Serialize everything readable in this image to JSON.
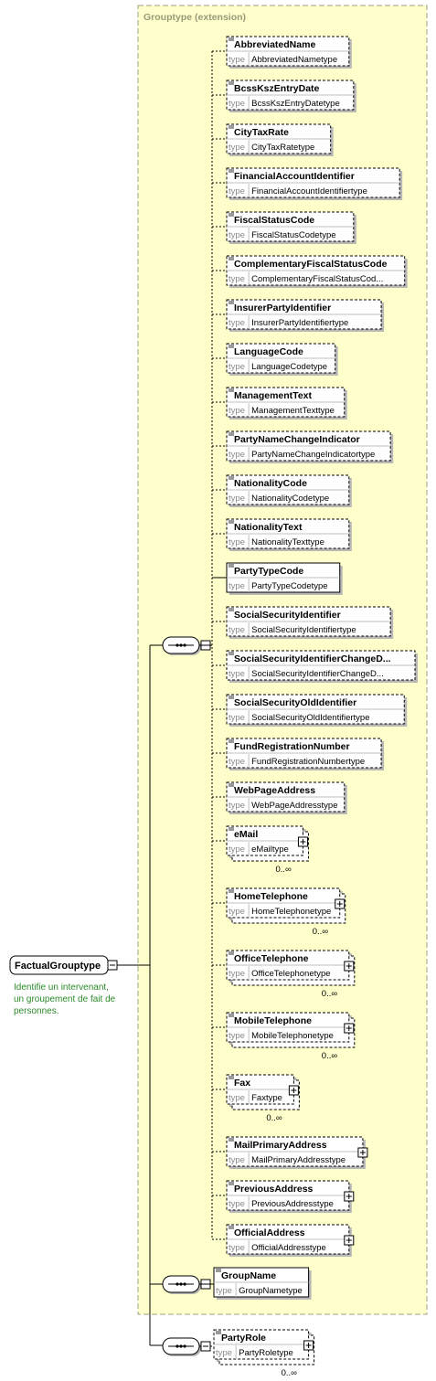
{
  "root": {
    "name": "FactualGrouptype",
    "documentation": [
      "Identifie un intervenant,",
      "un groupement de fait de",
      "personnes."
    ]
  },
  "group": {
    "title": "Grouptype",
    "subtitle": "(extension)"
  },
  "type_label": "type",
  "elements": [
    {
      "name": "AbbreviatedName",
      "type": "AbbreviatedNametype",
      "occurs": "",
      "optional": true,
      "expandable": false
    },
    {
      "name": "BcssKszEntryDate",
      "type": "BcssKszEntryDatetype",
      "occurs": "",
      "optional": true,
      "expandable": false
    },
    {
      "name": "CityTaxRate",
      "type": "CityTaxRatetype",
      "occurs": "",
      "optional": true,
      "expandable": false
    },
    {
      "name": "FinancialAccountIdentifier",
      "type": "FinancialAccountIdentifiertype",
      "occurs": "",
      "optional": true,
      "expandable": false
    },
    {
      "name": "FiscalStatusCode",
      "type": "FiscalStatusCodetype",
      "occurs": "",
      "optional": true,
      "expandable": false
    },
    {
      "name": "ComplementaryFiscalStatusCode",
      "type": "ComplementaryFiscalStatusCod...",
      "occurs": "",
      "optional": true,
      "expandable": false
    },
    {
      "name": "InsurerPartyIdentifier",
      "type": "InsurerPartyIdentifiertype",
      "occurs": "",
      "optional": true,
      "expandable": false
    },
    {
      "name": "LanguageCode",
      "type": "LanguageCodetype",
      "occurs": "",
      "optional": true,
      "expandable": false
    },
    {
      "name": "ManagementText",
      "type": "ManagementTexttype",
      "occurs": "",
      "optional": true,
      "expandable": false
    },
    {
      "name": "PartyNameChangeIndicator",
      "type": "PartyNameChangeIndicatortype",
      "occurs": "",
      "optional": true,
      "expandable": false
    },
    {
      "name": "NationalityCode",
      "type": "NationalityCodetype",
      "occurs": "",
      "optional": true,
      "expandable": false
    },
    {
      "name": "NationalityText",
      "type": "NationalityTexttype",
      "occurs": "",
      "optional": true,
      "expandable": false
    },
    {
      "name": "PartyTypeCode",
      "type": "PartyTypeCodetype",
      "occurs": "",
      "optional": false,
      "expandable": false
    },
    {
      "name": "SocialSecurityIdentifier",
      "type": "SocialSecurityIdentifiertype",
      "occurs": "",
      "optional": true,
      "expandable": false
    },
    {
      "name": "SocialSecurityIdentifierChangeD...",
      "type": "SocialSecurityIdentifierChangeD...",
      "occurs": "",
      "optional": true,
      "expandable": false
    },
    {
      "name": "SocialSecurityOldIdentifier",
      "type": "SocialSecurityOldIdentifiertype",
      "occurs": "",
      "optional": true,
      "expandable": false
    },
    {
      "name": "FundRegistrationNumber",
      "type": "FundRegistrationNumbertype",
      "occurs": "",
      "optional": true,
      "expandable": false
    },
    {
      "name": "WebPageAddress",
      "type": "WebPageAddresstype",
      "occurs": "",
      "optional": true,
      "expandable": false
    },
    {
      "name": "eMail",
      "type": "eMailtype",
      "occurs": "0..∞",
      "optional": true,
      "expandable": true
    },
    {
      "name": "HomeTelephone",
      "type": "HomeTelephonetype",
      "occurs": "0..∞",
      "optional": true,
      "expandable": true
    },
    {
      "name": "OfficeTelephone",
      "type": "OfficeTelephonetype",
      "occurs": "0..∞",
      "optional": true,
      "expandable": true
    },
    {
      "name": "MobileTelephone",
      "type": "MobileTelephonetype",
      "occurs": "0..∞",
      "optional": true,
      "expandable": true
    },
    {
      "name": "Fax",
      "type": "Faxtype",
      "occurs": "0..∞",
      "optional": true,
      "expandable": true
    },
    {
      "name": "MailPrimaryAddress",
      "type": "MailPrimaryAddresstype",
      "occurs": "",
      "optional": true,
      "expandable": true
    },
    {
      "name": "PreviousAddress",
      "type": "PreviousAddresstype",
      "occurs": "",
      "optional": true,
      "expandable": true
    },
    {
      "name": "OfficialAddress",
      "type": "OfficialAddresstype",
      "occurs": "",
      "optional": true,
      "expandable": true
    }
  ],
  "outer_elements": [
    {
      "name": "GroupName",
      "type": "GroupNametype",
      "occurs": "",
      "optional": false,
      "expandable": false
    },
    {
      "name": "PartyRole",
      "type": "PartyRoletype",
      "occurs": "0..∞",
      "optional": true,
      "expandable": true
    }
  ],
  "colors": {
    "group_fill": "#ffffcc",
    "group_border": "#a0a080",
    "box_border": "#000000",
    "shadow": "#b8b8b8",
    "connector": "#000000",
    "doc_text": "#2a8a2a"
  }
}
